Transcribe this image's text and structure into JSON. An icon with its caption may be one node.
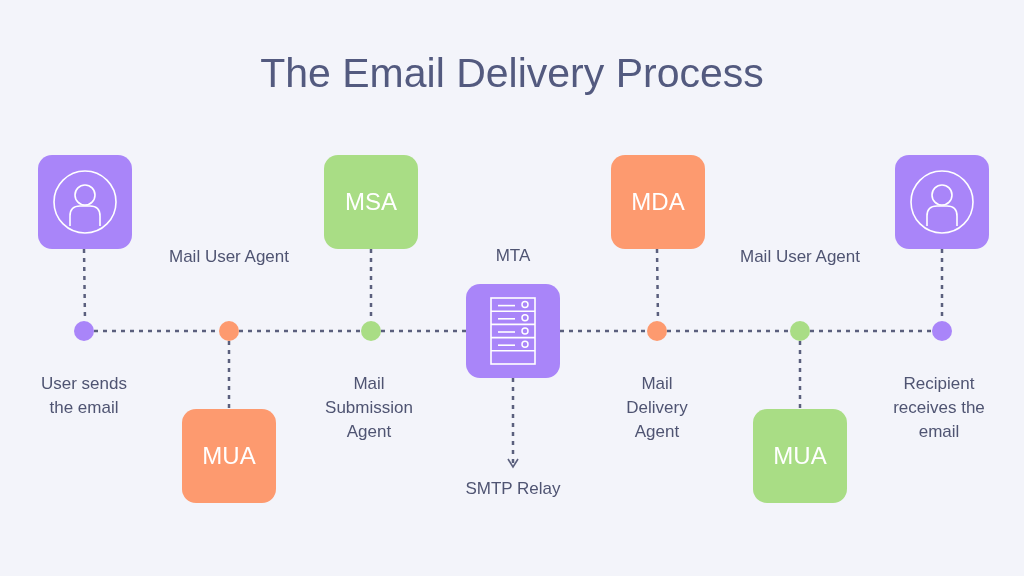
{
  "diagram": {
    "title": "The Email Delivery Process",
    "nodes": [
      {
        "text": [],
        "shape": "box"
      },
      {
        "text": [],
        "shape": "circle",
        "beside": [
          "User sends the email"
        ]
      },
      {
        "text": [],
        "shape": "circle",
        "beside": [
          "Mail User Agent"
        ]
      },
      {
        "text": [
          "MUA"
        ]
      },
      {
        "text": [],
        "shape": "circle",
        "beside": [
          "Mail Submission Agent"
        ]
      },
      {
        "text": [
          "MSA"
        ]
      },
      {
        "text": [
          "MTA"
        ]
      },
      {
        "text": [
          "SMTP Relay"
        ]
      },
      {
        "text": [
          "MDA"
        ]
      },
      {
        "text": [],
        "shape": "circle",
        "beside": [
          "Mail Delivery Agent"
        ]
      },
      {
        "text": [],
        "shape": "circle",
        "beside": [
          "Mail User Agent"
        ]
      },
      {
        "text": [
          "MUA"
        ]
      },
      {
        "text": [],
        "shape": "circle",
        "beside": [
          "Recipient receives the email"
        ]
      },
      {
        "text": [],
        "shape": "box"
      }
    ],
    "edges": [
      {
        "from": 0,
        "to": 1,
        "arrow": "none"
      },
      {
        "from": 1,
        "to": 2,
        "arrow": "none"
      },
      {
        "from": 2,
        "to": 3,
        "arrow": "none"
      },
      {
        "from": 2,
        "to": 4,
        "arrow": "none"
      },
      {
        "from": 5,
        "to": 4,
        "arrow": "none"
      },
      {
        "from": 4,
        "to": 6,
        "arrow": "none"
      },
      {
        "from": 6,
        "to": 7,
        "arrow": "to"
      },
      {
        "from": 6,
        "to": 9,
        "arrow": "none"
      },
      {
        "from": 8,
        "to": 9,
        "arrow": "none"
      },
      {
        "from": 9,
        "to": 10,
        "arrow": "none"
      },
      {
        "from": 10,
        "to": 11,
        "arrow": "none"
      },
      {
        "from": 10,
        "to": 12,
        "arrow": "none"
      },
      {
        "from": 13,
        "to": 12,
        "arrow": "none"
      }
    ]
  }
}
